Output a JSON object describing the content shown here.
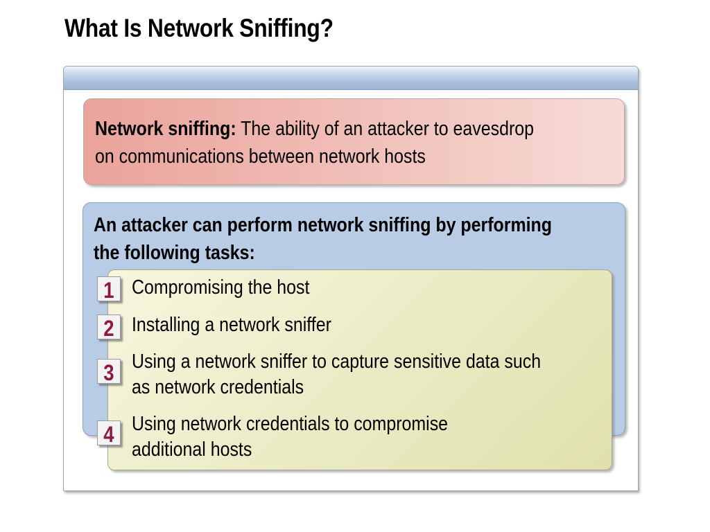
{
  "slide": {
    "title": "What Is Network Sniffing?"
  },
  "definition": {
    "term": "Network sniffing:",
    "text_line1": " The ability of an attacker to eavesdrop",
    "text_line2": "on communications between network hosts"
  },
  "tasks": {
    "heading_line1": "An attacker can perform network sniffing by performing",
    "heading_line2": "the following tasks:",
    "items": [
      {
        "number": "1",
        "line1": "Compromising the host",
        "line2": ""
      },
      {
        "number": "2",
        "line1": "Installing a network sniffer",
        "line2": ""
      },
      {
        "number": "3",
        "line1": "Using a network sniffer to capture sensitive data such",
        "line2": "as network credentials"
      },
      {
        "number": "4",
        "line1": "Using network credentials to compromise",
        "line2": "additional hosts"
      }
    ]
  },
  "colors": {
    "definition_fill": "#f0bcb5",
    "tasks_fill": "#b9cce5",
    "list_fill": "#ecedc8",
    "number_color": "#8e1b3f",
    "header_bar": "#a9bfdb"
  }
}
